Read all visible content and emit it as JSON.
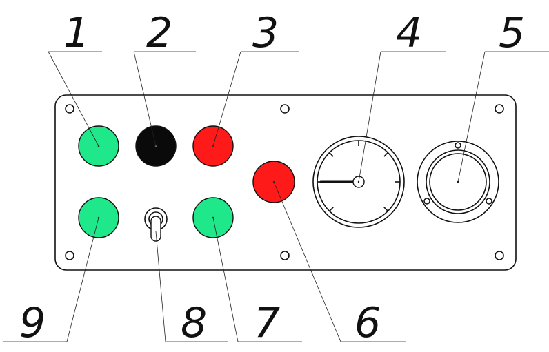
{
  "callouts": {
    "c1": "1",
    "c2": "2",
    "c3": "3",
    "c4": "4",
    "c5": "5",
    "c6": "6",
    "c7": "7",
    "c8": "8",
    "c9": "9"
  },
  "colors": {
    "green_lamp": "#1ee88a",
    "red_lamp": "#ff1a1a",
    "black_button": "#0a0a0a",
    "panel_line": "#111111"
  },
  "components": [
    {
      "callout": "1",
      "kind": "indicator-lamp",
      "color": "green"
    },
    {
      "callout": "2",
      "kind": "push-button",
      "color": "black"
    },
    {
      "callout": "3",
      "kind": "indicator-lamp",
      "color": "red"
    },
    {
      "callout": "4",
      "kind": "dial-gauge"
    },
    {
      "callout": "5",
      "kind": "round-instrument"
    },
    {
      "callout": "6",
      "kind": "push-button",
      "color": "red"
    },
    {
      "callout": "7",
      "kind": "indicator-lamp",
      "color": "green"
    },
    {
      "callout": "8",
      "kind": "toggle-switch"
    },
    {
      "callout": "9",
      "kind": "indicator-lamp",
      "color": "green"
    }
  ]
}
